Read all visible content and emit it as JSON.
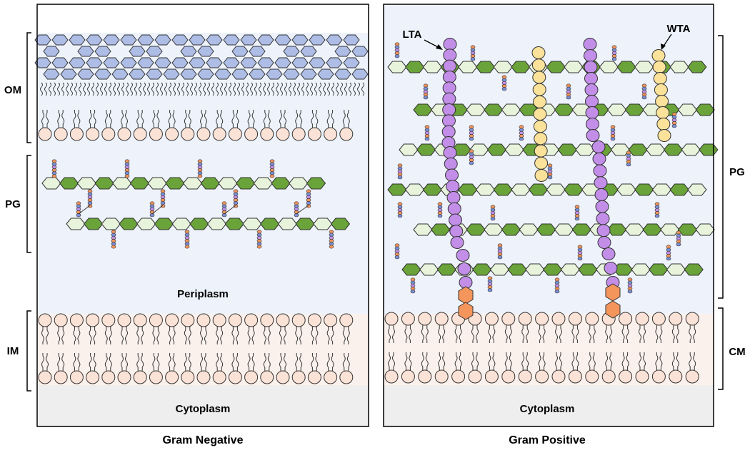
{
  "labels": {
    "om": "OM",
    "pg_left": "PG",
    "im": "IM",
    "periplasm": "Periplasm",
    "cytoplasm_left": "Cytoplasm",
    "caption_left": "Gram Negative",
    "lta": "LTA",
    "wta": "WTA",
    "pg_right": "PG",
    "cm": "CM",
    "cytoplasm_right": "Cytoplasm",
    "caption_right": "Gram Positive"
  },
  "colors": {
    "lps_blue": "#aebde6",
    "lipid_head": "#fbe2d6",
    "glcnac": "#e8f3dc",
    "murnac": "#6aa339",
    "lta": "#c28ee8",
    "wta": "#fbe29a",
    "anchor": "#f4955c",
    "periplasm_bg": "#eef3fb",
    "cytoplasm_bg": "#eeeeee",
    "membrane_bg": "#fbf1ec"
  }
}
